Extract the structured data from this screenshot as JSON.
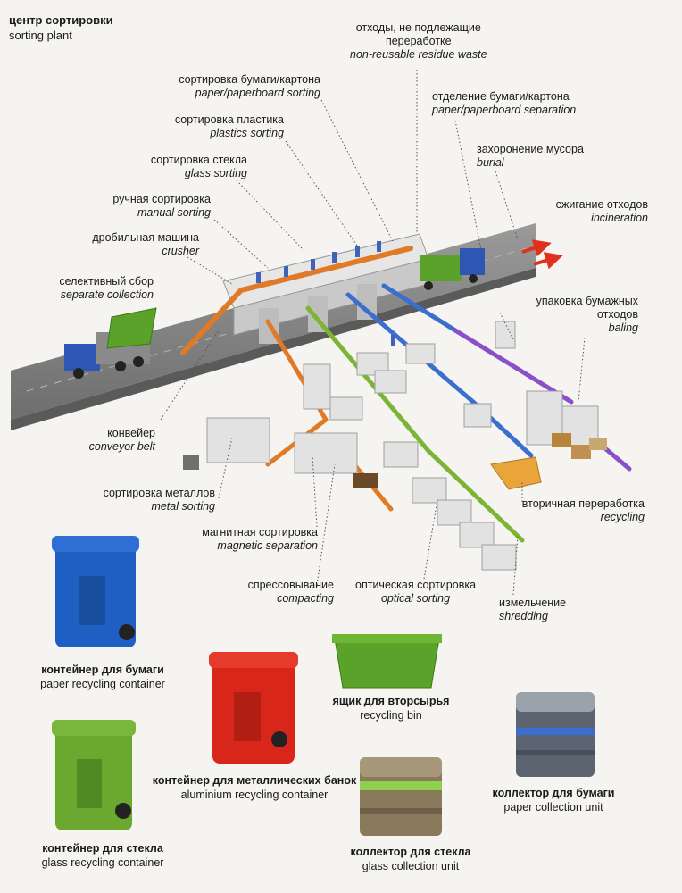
{
  "header": {
    "title_ru": "центр сортировки",
    "title_en": "sorting plant"
  },
  "labels": {
    "non_reusable": {
      "ru": "отходы, не подлежащие переработке",
      "ru1": "отходы, не подлежащие",
      "ru2": "переработке",
      "en": "non-reusable residue waste"
    },
    "paper_sorting": {
      "ru": "сортировка бумаги/картона",
      "en": "paper/paperboard sorting"
    },
    "paper_separation": {
      "ru": "отделение бумаги/картона",
      "en": "paper/paperboard separation"
    },
    "plastics_sorting": {
      "ru": "сортировка пластика",
      "en": "plastics sorting"
    },
    "burial": {
      "ru": "захоронение мусора",
      "en": "burial"
    },
    "glass_sorting": {
      "ru": "сортировка стекла",
      "en": "glass sorting"
    },
    "incineration": {
      "ru": "сжигание отходов",
      "en": "incineration"
    },
    "manual_sorting": {
      "ru": "ручная сортировка",
      "en": "manual sorting"
    },
    "crusher": {
      "ru": "дробильная машина",
      "en": "crusher"
    },
    "separate_collection": {
      "ru": "селективный сбор",
      "en": "separate collection"
    },
    "baling": {
      "ru1": "упаковка бумажных",
      "ru2": "отходов",
      "en": "baling"
    },
    "conveyor_belt": {
      "ru": "конвейер",
      "en": "conveyor belt"
    },
    "metal_sorting": {
      "ru": "сортировка металлов",
      "en": "metal sorting"
    },
    "recycling": {
      "ru": "вторичная переработка",
      "en": "recycling"
    },
    "magnetic_separation": {
      "ru": "магнитная сортировка",
      "en": "magnetic separation"
    },
    "compacting": {
      "ru": "спрессовывание",
      "en": "compacting"
    },
    "optical_sorting": {
      "ru": "оптическая сортировка",
      "en": "optical sorting"
    },
    "shredding": {
      "ru": "измельчение",
      "en": "shredding"
    }
  },
  "containers": {
    "paper_container": {
      "ru": "контейнер для бумаги",
      "en": "paper recycling container",
      "color": "#1f5fc4"
    },
    "recycling_bin": {
      "ru": "ящик для вторсырья",
      "en": "recycling bin",
      "color": "#5aa22a"
    },
    "aluminium_container": {
      "ru": "контейнер для металлических банок",
      "en": "aluminium recycling container",
      "color": "#d8261b"
    },
    "paper_unit": {
      "ru": "коллектор для бумаги",
      "en": "paper collection unit",
      "color": "#5b6470"
    },
    "glass_container": {
      "ru": "контейнер для стекла",
      "en": "glass recycling container",
      "color": "#6aa830"
    },
    "glass_unit": {
      "ru": "коллектор для стекла",
      "en": "glass collection unit",
      "color": "#8a7a5c"
    }
  },
  "colors": {
    "road": "#8c8c8c",
    "belt_orange": "#e07a26",
    "belt_blue": "#3a6fd0",
    "belt_purple": "#8a4fc9",
    "belt_green": "#7ab536",
    "arrow_red": "#e0301e",
    "concrete": "#dcdcdc"
  }
}
